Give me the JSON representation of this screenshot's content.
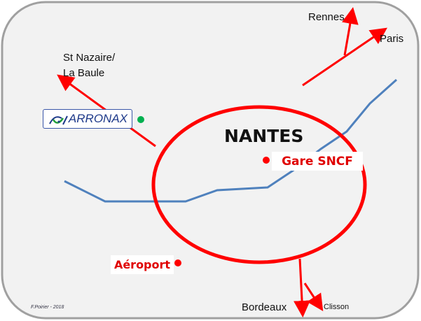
{
  "title": "NANTES",
  "destinations": {
    "rennes": "Rennes",
    "paris": "Paris",
    "st_nazaire_1": "St Nazaire/",
    "st_nazaire_2": "La Baule",
    "bordeaux": "Bordeaux",
    "clisson": "Clisson"
  },
  "places": {
    "gare": "Gare SNCF",
    "airport": "Aéroport",
    "arronax": "ARRONAX"
  },
  "credit": "F.Poirier - 2018",
  "colors": {
    "road": "#ff0000",
    "river": "#4f81bd",
    "dot_red": "#ff0000",
    "dot_green": "#00b050"
  }
}
